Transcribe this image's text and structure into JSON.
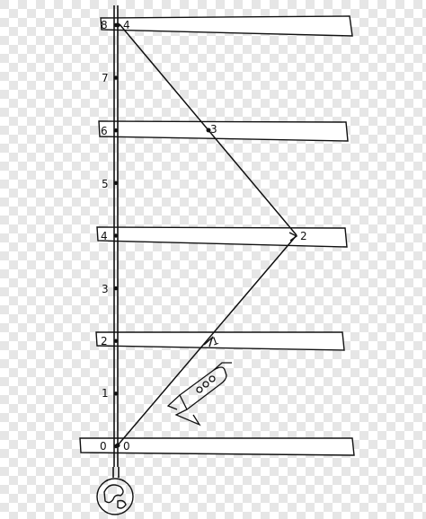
{
  "diagram": {
    "axis_labels": [
      "0",
      "1",
      "2",
      "3",
      "4",
      "5",
      "6",
      "7",
      "8"
    ],
    "event_labels": [
      "0",
      "1",
      "2",
      "3",
      "4"
    ],
    "colors": {
      "ink": "#111111",
      "checker_light": "#ffffff",
      "checker_dark": "#e6e6e6"
    },
    "icons": [
      "rocket-icon",
      "earth-icon"
    ]
  }
}
